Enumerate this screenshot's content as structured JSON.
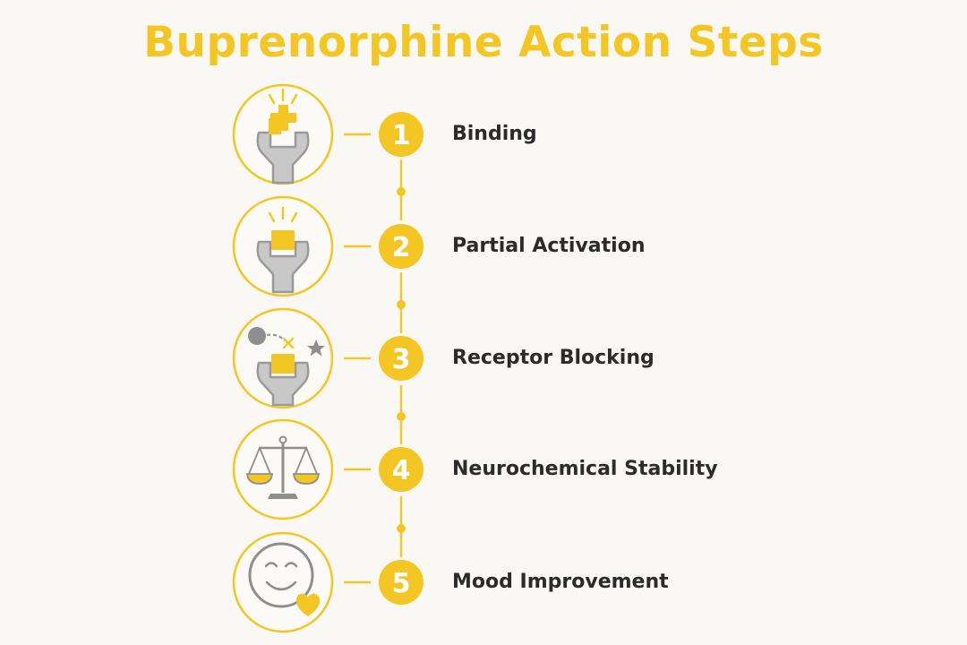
{
  "title": "Buprenorphine Action Steps",
  "colors": {
    "accent": "#f3c623",
    "icon_gray": "#a3a3a3",
    "text": "#2b2b2b",
    "background": "#f9f8f4"
  },
  "steps": [
    {
      "number": "1",
      "label": "Binding",
      "icon": "receptor-binding-icon"
    },
    {
      "number": "2",
      "label": "Partial Activation",
      "icon": "partial-activation-icon"
    },
    {
      "number": "3",
      "label": "Receptor Blocking",
      "icon": "receptor-blocking-icon"
    },
    {
      "number": "4",
      "label": "Neurochemical Stability",
      "icon": "balance-scale-icon"
    },
    {
      "number": "5",
      "label": "Mood Improvement",
      "icon": "smiley-heart-icon"
    }
  ]
}
